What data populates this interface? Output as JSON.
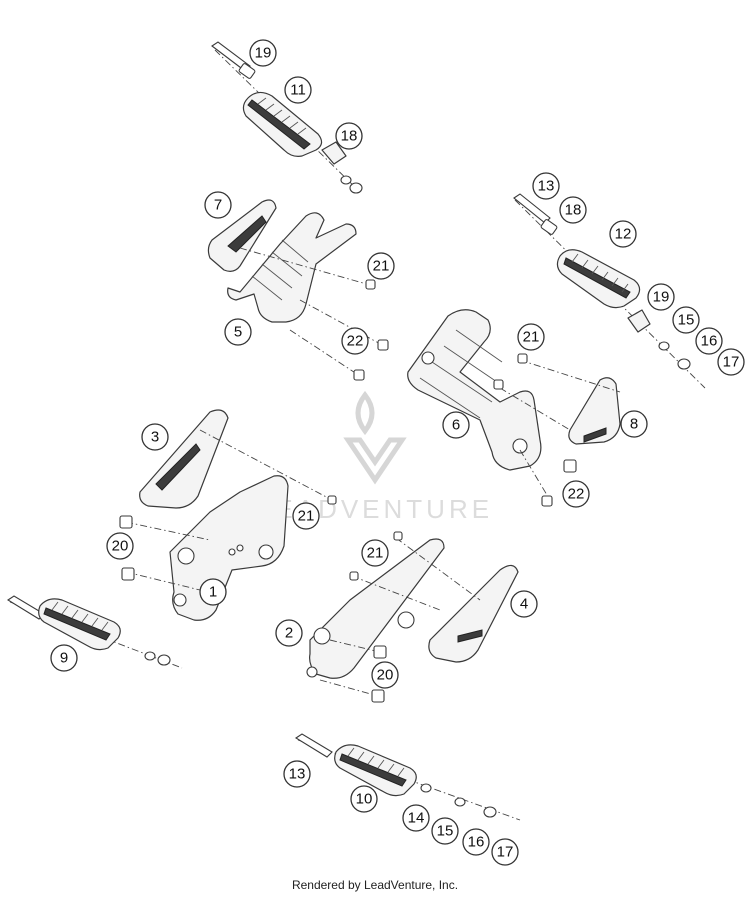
{
  "watermark": {
    "text": "LEADVENTURE"
  },
  "credit": "Rendered by LeadVenture, Inc.",
  "callouts": [
    {
      "label": "19"
    },
    {
      "label": "11"
    },
    {
      "label": "18"
    },
    {
      "label": "7"
    },
    {
      "label": "21"
    },
    {
      "label": "5"
    },
    {
      "label": "22"
    },
    {
      "label": "13"
    },
    {
      "label": "18"
    },
    {
      "label": "12"
    },
    {
      "label": "19"
    },
    {
      "label": "15"
    },
    {
      "label": "16"
    },
    {
      "label": "17"
    },
    {
      "label": "21"
    },
    {
      "label": "6"
    },
    {
      "label": "8"
    },
    {
      "label": "22"
    },
    {
      "label": "3"
    },
    {
      "label": "21"
    },
    {
      "label": "20"
    },
    {
      "label": "1"
    },
    {
      "label": "9"
    },
    {
      "label": "21"
    },
    {
      "label": "4"
    },
    {
      "label": "2"
    },
    {
      "label": "20"
    },
    {
      "label": "13"
    },
    {
      "label": "10"
    },
    {
      "label": "14"
    },
    {
      "label": "15"
    },
    {
      "label": "16"
    },
    {
      "label": "17"
    }
  ]
}
